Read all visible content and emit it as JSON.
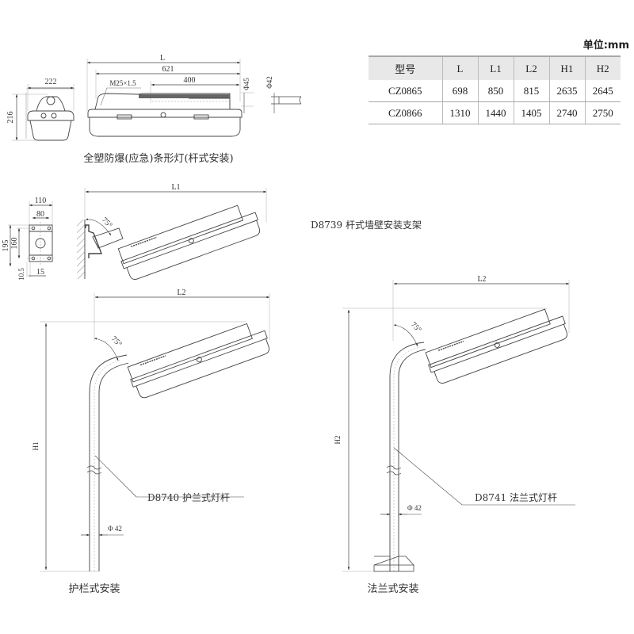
{
  "table": {
    "unit_label": "单位:mm",
    "headers": [
      "型号",
      "L",
      "L1",
      "L2",
      "H1",
      "H2"
    ],
    "rows": [
      [
        "CZ0865",
        "698",
        "850",
        "815",
        "2635",
        "2645"
      ],
      [
        "CZ0866",
        "1310",
        "1440",
        "1405",
        "2740",
        "2750"
      ]
    ]
  },
  "top_view": {
    "caption": "全塑防爆(应急)条形灯(杆式安装)",
    "end_width": "222",
    "end_height": "216",
    "overall_length": "L",
    "body_length": "621",
    "thread": "M25×1.5",
    "tube_length": "400",
    "dia_socket": "Φ45",
    "dia_pole": "Φ42"
  },
  "wall_bracket": {
    "title": "D8739 杆式墙壁安装支架",
    "plate_width": "110",
    "hole_spacing_x": "80",
    "plate_height": "195",
    "hole_spacing_y": "160",
    "offset_y": "10.5",
    "offset_x": "15",
    "reach": "L1",
    "angle": "75°"
  },
  "guardrail": {
    "caption": "护栏式安装",
    "pole_label": "D8740 护兰式灯杆",
    "reach": "L2",
    "height": "H1",
    "angle": "75°",
    "diameter": "Φ 42"
  },
  "flange": {
    "caption": "法兰式安装",
    "pole_label": "D8741 法兰式灯杆",
    "reach": "L2",
    "height": "H2",
    "angle": "75°",
    "diameter": "Φ 42"
  }
}
